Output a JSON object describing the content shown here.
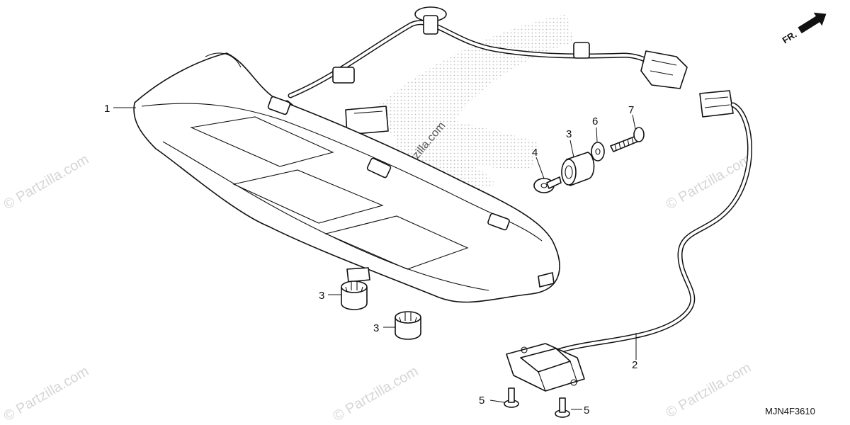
{
  "watermark": "© Partzilla.com",
  "orientation": "FR.",
  "diagram_code": "MJN4F3610",
  "callouts": {
    "c1": "1",
    "c2": "2",
    "c3a": "3",
    "c3b": "3",
    "c3c": "3",
    "c4": "4",
    "c5a": "5",
    "c5b": "5",
    "c6": "6",
    "c7": "7"
  }
}
